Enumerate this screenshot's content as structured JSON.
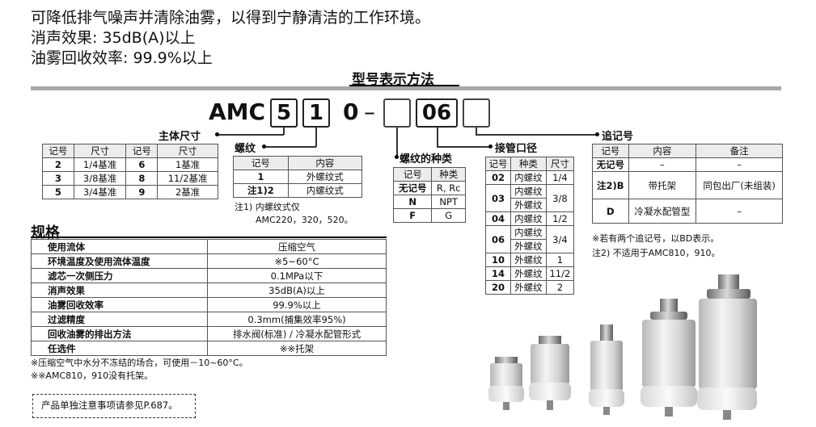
{
  "intro": {
    "line1": "可降低排气噪声并清除油雾，以得到宁静清洁的工作环境。",
    "line2": "消声效果: 35dB(A)以上",
    "line3": "油雾回收效率: 99.9%以上"
  },
  "model_section": {
    "title": "型号表示方法",
    "prefix": "AMC",
    "digit1": "5",
    "digit2": "1",
    "digit3": "0",
    "dash": "–",
    "port": "06"
  },
  "labels": {
    "body_size": "主体尺寸",
    "thread": "螺纹",
    "thread_type": "螺纹的种类",
    "port_size": "接管口径",
    "suffix": "追记号"
  },
  "body_size_table": {
    "headers": [
      "记号",
      "尺寸",
      "记号",
      "尺寸"
    ],
    "rows": [
      [
        "2",
        "1/4基准",
        "6",
        "1基准"
      ],
      [
        "3",
        "3/8基准",
        "8",
        "11/2基准"
      ],
      [
        "5",
        "3/4基准",
        "9",
        "2基准"
      ]
    ]
  },
  "thread_table": {
    "headers": [
      "记号",
      "内容"
    ],
    "rows": [
      [
        "1",
        "外螺纹式"
      ],
      [
        "注1)2",
        "内螺纹式"
      ]
    ],
    "note1": "注1) 内螺纹式仅",
    "note2": "AMC220，320，520。"
  },
  "thread_type_table": {
    "headers": [
      "记号",
      "种类"
    ],
    "rows": [
      [
        "无记号",
        "R, Rc"
      ],
      [
        "N",
        "NPT"
      ],
      [
        "F",
        "G"
      ]
    ]
  },
  "port_table": {
    "headers": [
      "记号",
      "种类",
      "尺寸"
    ],
    "rows": [
      {
        "code": "02",
        "types": [
          "内螺纹"
        ],
        "size": "1/4"
      },
      {
        "code": "03",
        "types": [
          "内螺纹",
          "外螺纹"
        ],
        "size": "3/8"
      },
      {
        "code": "04",
        "types": [
          "内螺纹"
        ],
        "size": "1/2"
      },
      {
        "code": "06",
        "types": [
          "内螺纹",
          "外螺纹"
        ],
        "size": "3/4"
      },
      {
        "code": "10",
        "types": [
          "外螺纹"
        ],
        "size": "1"
      },
      {
        "code": "14",
        "types": [
          "外螺纹"
        ],
        "size": "11/2"
      },
      {
        "code": "20",
        "types": [
          "外螺纹"
        ],
        "size": "2"
      }
    ]
  },
  "suffix_table": {
    "headers": [
      "记号",
      "内容",
      "备注"
    ],
    "rows": [
      [
        "无记号",
        "–",
        "–"
      ],
      [
        "注2)B",
        "带托架",
        "同包出厂(未组装)"
      ],
      [
        "D",
        "冷凝水配管型",
        "–"
      ]
    ],
    "note1": "※若有两个追记号，以BD表示。",
    "note2": "注2) 不适用于AMC810，910。"
  },
  "spec": {
    "title": "规格",
    "rows": [
      [
        "使用流体",
        "压缩空气"
      ],
      [
        "环境温度及使用流体温度",
        "※5~60°C"
      ],
      [
        "滤芯一次侧压力",
        "0.1MPa以下"
      ],
      [
        "消声效果",
        "35dB(A)以上"
      ],
      [
        "油雾回收效率",
        "99.9%以上"
      ],
      [
        "过滤精度",
        "0.3mm(捕集效率95%)"
      ],
      [
        "回收油雾的排出方法",
        "排水阀(标准) / 冷凝水配管形式"
      ],
      [
        "任选件",
        "※※托架"
      ]
    ],
    "note1": "※压缩空气中水分不冻结的场合，可使用－10~60°C。",
    "note2": "※※AMC810，910没有托架。"
  },
  "precaution": "产品单独注意事项请参见P.687。",
  "colors": {
    "grey_bar": "#a8a8a8",
    "header_fill": "#ececec"
  }
}
